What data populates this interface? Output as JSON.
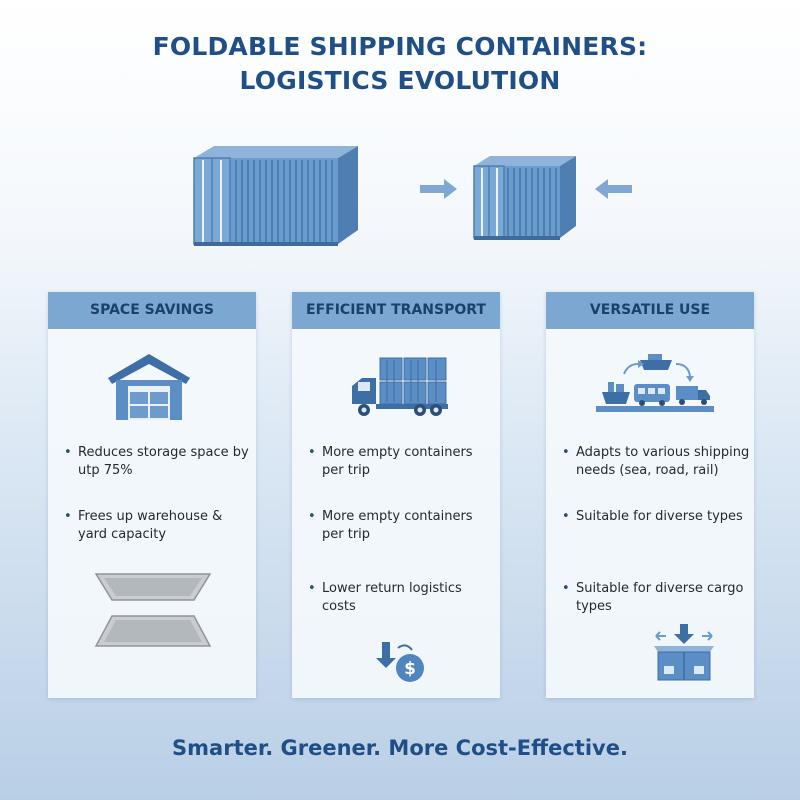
{
  "title": {
    "line1": "FOLDABLE SHIPPING CONTAINERS:",
    "line2": "LOGISTICS EVOLUTION"
  },
  "colors": {
    "title": "#1f4f86",
    "header_bg": "#7ba7d0",
    "container_blue": "#5d8fc2",
    "icon_blue": "#3d6fa6"
  },
  "cards": [
    {
      "header": "SPACE SAVINGS",
      "icon": "warehouse-icon",
      "bullets": [
        "Reduces storage space by utp 75%",
        "Frees up warehouse & yard capacity"
      ],
      "bottom_icon": "folded-panels-icon"
    },
    {
      "header": "EFFICIENT TRANSPORT",
      "icon": "truck-with-containers-icon",
      "bullets": [
        "More empty containers per trip",
        "More empty containers per trip",
        "Lower return logistics costs"
      ],
      "bottom_icon": "cost-down-dollar-icon"
    },
    {
      "header": "VERSATILE USE",
      "icon": "multimodal-transport-icon",
      "bullets": [
        "Adapts to various shipping needs (sea, road, rail)",
        "Suitable for diverse types",
        "Suitable for diverse cargo types"
      ],
      "bottom_icon": "cargo-box-icon"
    }
  ],
  "tagline": "Smarter. Greener. More Cost-Effective."
}
